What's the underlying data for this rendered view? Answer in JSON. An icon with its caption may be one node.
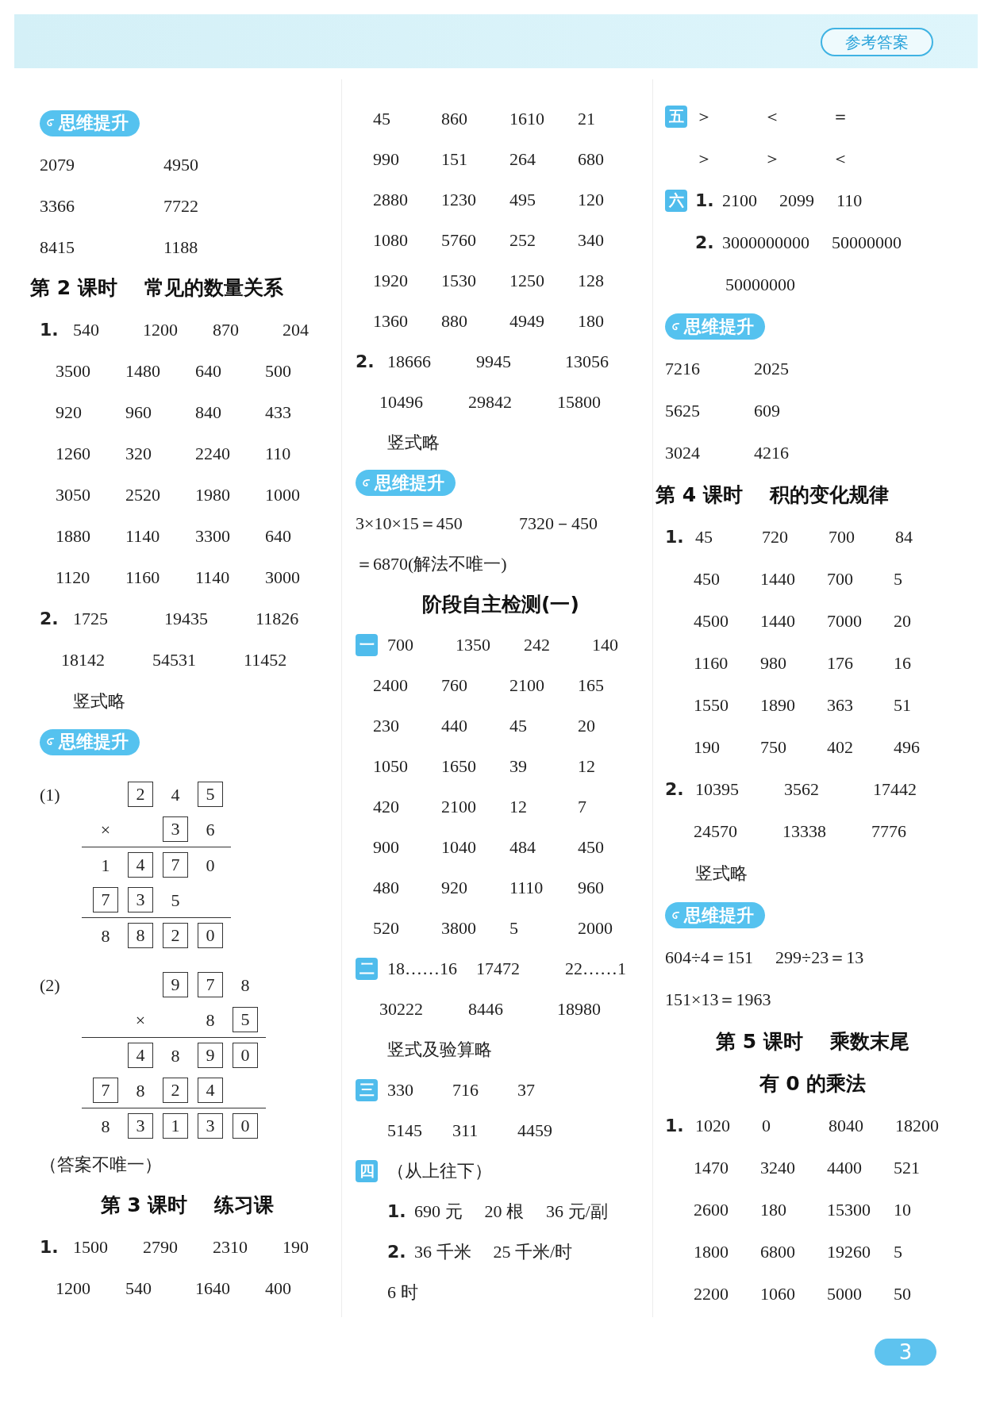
{
  "diagram": {
    "nodes": [
      {
        "text": [
          "参考答案"
        ]
      },
      {
        "text": [
          "思维提升"
        ]
      },
      {
        "text": [
          "思维提升"
        ]
      },
      {
        "text": [
          "2"
        ]
      },
      {
        "text": [
          "5"
        ]
      },
      {
        "text": [
          "3"
        ]
      },
      {
        "text": [
          "4"
        ]
      },
      {
        "text": [
          "7"
        ]
      },
      {
        "text": [
          "7"
        ]
      },
      {
        "text": [
          "3"
        ]
      },
      {
        "text": [
          "8"
        ]
      },
      {
        "text": [
          "2"
        ]
      },
      {
        "text": [
          "0"
        ]
      },
      {
        "text": [
          "9"
        ]
      },
      {
        "text": [
          "7"
        ]
      },
      {
        "text": [
          "5"
        ]
      },
      {
        "text": [
          "4"
        ]
      },
      {
        "text": [
          "9"
        ]
      },
      {
        "text": [
          "0"
        ]
      },
      {
        "text": [
          "7"
        ]
      },
      {
        "text": [
          "2"
        ]
      },
      {
        "text": [
          "4"
        ]
      },
      {
        "text": [
          "3"
        ]
      },
      {
        "text": [
          "1"
        ]
      },
      {
        "text": [
          "3"
        ]
      },
      {
        "text": [
          "0"
        ]
      },
      {
        "text": [
          "思维提升"
        ]
      },
      {
        "text": [
          "一"
        ]
      },
      {
        "text": [
          "二"
        ]
      },
      {
        "text": [
          "三"
        ]
      },
      {
        "text": [
          "四"
        ]
      },
      {
        "text": [
          "五"
        ]
      },
      {
        "text": [
          "六"
        ]
      },
      {
        "text": [
          "思维提升"
        ]
      },
      {
        "text": [
          "思维提升"
        ]
      },
      {
        "text": [
          "3"
        ]
      }
    ],
    "labels": [
      "2079",
      "4950",
      "3366",
      "7722",
      "8415",
      "1188",
      "第 2 课时",
      "常见的数量关系",
      "1.",
      "540",
      "1200",
      "870",
      "204",
      "3500",
      "1480",
      "640",
      "500",
      "920",
      "960",
      "840",
      "433",
      "1260",
      "320",
      "2240",
      "110",
      "3050",
      "2520",
      "1980",
      "1000",
      "1880",
      "1140",
      "3300",
      "640",
      "1120",
      "1160",
      "1140",
      "3000",
      "2.",
      "1725",
      "19435",
      "11826",
      "18142",
      "54531",
      "11452",
      "竖式略",
      "(1)",
      "4",
      "×",
      "6",
      "1",
      "0",
      "5",
      "8",
      "(2)",
      "8",
      "×",
      "8",
      "8",
      "8",
      "8",
      "（答案不唯一）",
      "第 3 课时",
      "练习课",
      "1.",
      "1500",
      "2790",
      "2310",
      "190",
      "1200",
      "540",
      "1640",
      "400",
      "45",
      "860",
      "1610",
      "21",
      "990",
      "151",
      "264",
      "680",
      "2880",
      "1230",
      "495",
      "120",
      "1080",
      "5760",
      "252",
      "340",
      "1920",
      "1530",
      "1250",
      "128",
      "1360",
      "880",
      "4949",
      "180",
      "2.",
      "18666",
      "9945",
      "13056",
      "10496",
      "29842",
      "15800",
      "竖式略",
      "3×10×15＝450",
      "7320－450",
      "＝6870(解法不唯一)",
      "阶段自主检测(一)",
      "700",
      "1350",
      "242",
      "140",
      "2400",
      "760",
      "2100",
      "165",
      "230",
      "440",
      "45",
      "20",
      "1050",
      "1650",
      "39",
      "12",
      "420",
      "2100",
      "12",
      "7",
      "900",
      "1040",
      "484",
      "450",
      "480",
      "920",
      "1110",
      "960",
      "520",
      "3800",
      "5",
      "2000",
      "18……16",
      "17472",
      "22……1",
      "30222",
      "8446",
      "18980",
      "竖式及验算略",
      "330",
      "716",
      "37",
      "5145",
      "311",
      "4459",
      "（从上往下）",
      "1.",
      "690 元",
      "20 根",
      "36 元/副",
      "2.",
      "36 千米",
      "25 千米/时",
      "6 时",
      "＞",
      "＜",
      "＝",
      "＞",
      "＞",
      "＜",
      "1.",
      "2100",
      "2099",
      "110",
      "2.",
      "3000000000",
      "50000000",
      "50000000",
      "7216",
      "2025",
      "5625",
      "609",
      "3024",
      "4216",
      "第 4 课时",
      "积的变化规律",
      "1.",
      "45",
      "720",
      "700",
      "84",
      "450",
      "1440",
      "700",
      "5",
      "4500",
      "1440",
      "7000",
      "20",
      "1160",
      "980",
      "176",
      "16",
      "1550",
      "1890",
      "363",
      "51",
      "190",
      "750",
      "402",
      "496",
      "2.",
      "10395",
      "3562",
      "17442",
      "24570",
      "13338",
      "7776",
      "竖式略",
      "604÷4＝151",
      "299÷23＝13",
      "151×13＝1963",
      "第 5 课时",
      "乘数末尾",
      "有 0 的乘法",
      "1.",
      "1020",
      "0",
      "8040",
      "18200",
      "1470",
      "3240",
      "4400",
      "521",
      "2600",
      "180",
      "15300",
      "10",
      "1800",
      "6800",
      "19260",
      "5",
      "2200",
      "1060",
      "5000",
      "50"
    ]
  }
}
